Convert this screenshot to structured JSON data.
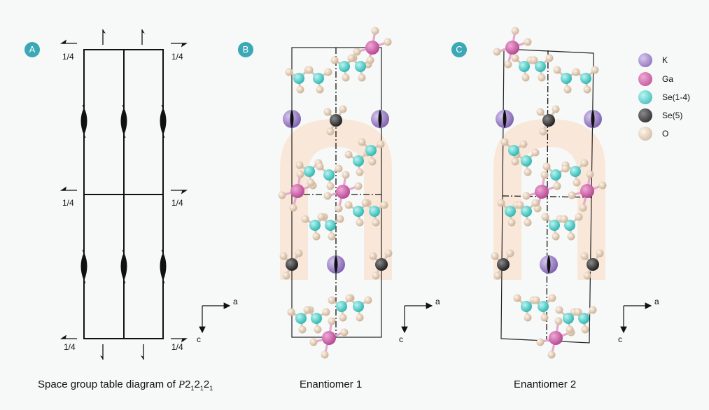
{
  "panels": {
    "A": {
      "badge": "A"
    },
    "B": {
      "badge": "B"
    },
    "C": {
      "badge": "C"
    }
  },
  "fractions": [
    "1/4",
    "1/4",
    "1/4",
    "1/4",
    "1/4",
    "1/4"
  ],
  "axes": {
    "a": "a",
    "c": "c"
  },
  "captions": {
    "a_prefix": "Space group table diagram  of ",
    "a_symbol": "P",
    "a_digit": "2",
    "a_sub": "1",
    "b": "Enantiomer 1",
    "c": "Enantiomer 2"
  },
  "legend": [
    {
      "label": "K",
      "color": "#9a7fc2"
    },
    {
      "label": "Ga",
      "color": "#c859a3"
    },
    {
      "label": "Se(1-4)",
      "color": "#4fd0cc"
    },
    {
      "label": "Se(5)",
      "color": "#3a3a3a"
    },
    {
      "label": "O",
      "color": "#e2cdb7"
    }
  ],
  "colors": {
    "badge": "#3aa9b5",
    "bond": "#d8c6b6",
    "watermark": "#f6dcc8"
  }
}
